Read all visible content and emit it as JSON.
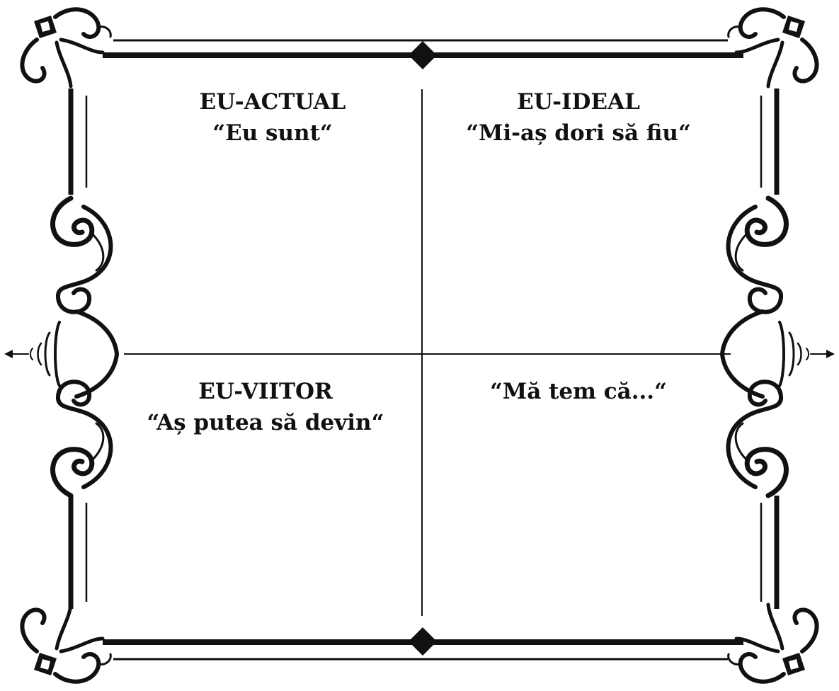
{
  "colors": {
    "ink": "#111111",
    "background": "#ffffff"
  },
  "quadrants": {
    "top_left": {
      "title": "EU-ACTUAL",
      "prompt": "“Eu sunt“"
    },
    "top_right": {
      "title": "EU-IDEAL",
      "prompt": "“Mi-aș dori să fiu“"
    },
    "bottom_left": {
      "title": "EU-VIITOR",
      "prompt": "“Aș putea să devin“"
    },
    "bottom_right": {
      "prompt": "“Mă tem că...“"
    }
  }
}
